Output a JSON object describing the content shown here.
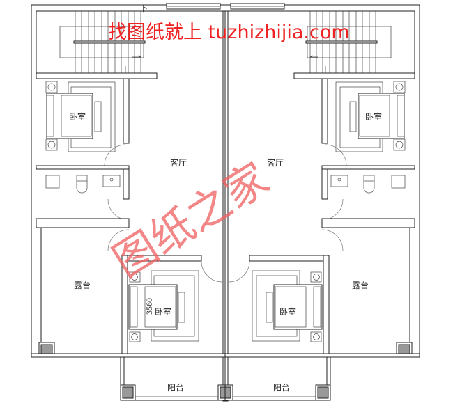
{
  "plan": {
    "rooms": {
      "bedroom": "卧室",
      "living_room": "客厅",
      "terrace": "露台",
      "balcony": "阳台",
      "stair_down": "下"
    },
    "dimension": "3560"
  },
  "watermark": {
    "banner": "找图纸就上 tuzhizhijia.com",
    "stamp": "图纸之家",
    "color": "#ee2222"
  }
}
